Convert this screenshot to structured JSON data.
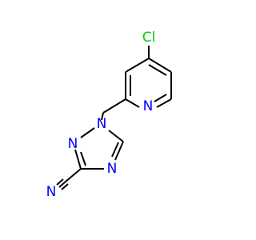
{
  "molecule": {
    "colors": {
      "carbon_bond": "#000000",
      "nitrogen": "#0000ff",
      "chlorine": "#00cc00"
    },
    "atoms": {
      "cl": "Cl",
      "n_pyridine": "N",
      "n_triazole_1": "N",
      "n_triazole_2": "N",
      "n_triazole_4": "N",
      "n_nitrile": "N"
    }
  }
}
